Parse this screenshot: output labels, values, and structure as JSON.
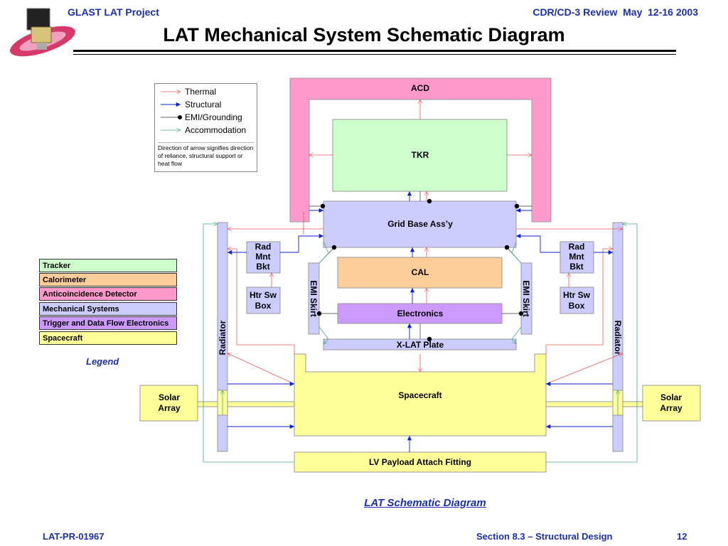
{
  "header": {
    "left": "GLAST LAT Project",
    "right": "CDR/CD-3 Review  May  12-16 2003",
    "title": "LAT Mechanical System Schematic Diagram"
  },
  "legend": {
    "items": [
      {
        "label": "Thermal",
        "color": "#ee5555"
      },
      {
        "label": "Structural",
        "color": "#1020cc"
      },
      {
        "label": "EMI/Grounding",
        "color": "#000000"
      },
      {
        "label": "Accommodation",
        "color": "#44aa88"
      }
    ],
    "note": "Direction of arrow signifies direction of reliance, structural support or heat flow"
  },
  "key": {
    "items": [
      {
        "label": "Tracker",
        "color": "#ccffcc"
      },
      {
        "label": "Calorimeter",
        "color": "#fccc99"
      },
      {
        "label": "Anticoincidence Detector",
        "color": "#ff99cc"
      },
      {
        "label": "Mechanical Systems",
        "color": "#ccccff"
      },
      {
        "label": "Trigger and Data Flow Electronics",
        "color": "#cc99ff"
      },
      {
        "label": "Spacecraft",
        "color": "#ffff99"
      }
    ],
    "caption": "Legend"
  },
  "diagram": {
    "acd": "ACD",
    "tkr": "TKR",
    "grid": "Grid Base Ass’y",
    "cal": "CAL",
    "electronics": "Electronics",
    "xlat": "X-LAT Plate",
    "spacecraft": "Spacecraft",
    "lv": "LV Payload Attach Fitting",
    "emi_left": "EMI Skirt",
    "emi_right": "EMI Skirt",
    "radiator_left": "Radiator",
    "radiator_right": "Radiator",
    "rad_left": [
      "Rad",
      "Mnt",
      "Bkt"
    ],
    "rad_right": [
      "Rad",
      "Mnt",
      "Bkt"
    ],
    "htr_left": [
      "Htr Sw",
      "Box"
    ],
    "htr_right": [
      "Htr Sw",
      "Box"
    ],
    "solar_left": [
      "Solar",
      "Array"
    ],
    "solar_right": [
      "Solar",
      "Array"
    ]
  },
  "caption": "LAT Schematic Diagram",
  "footer": {
    "left": "LAT-PR-01967",
    "middle": "Section 8.3 – Structural Design",
    "right": "12"
  }
}
